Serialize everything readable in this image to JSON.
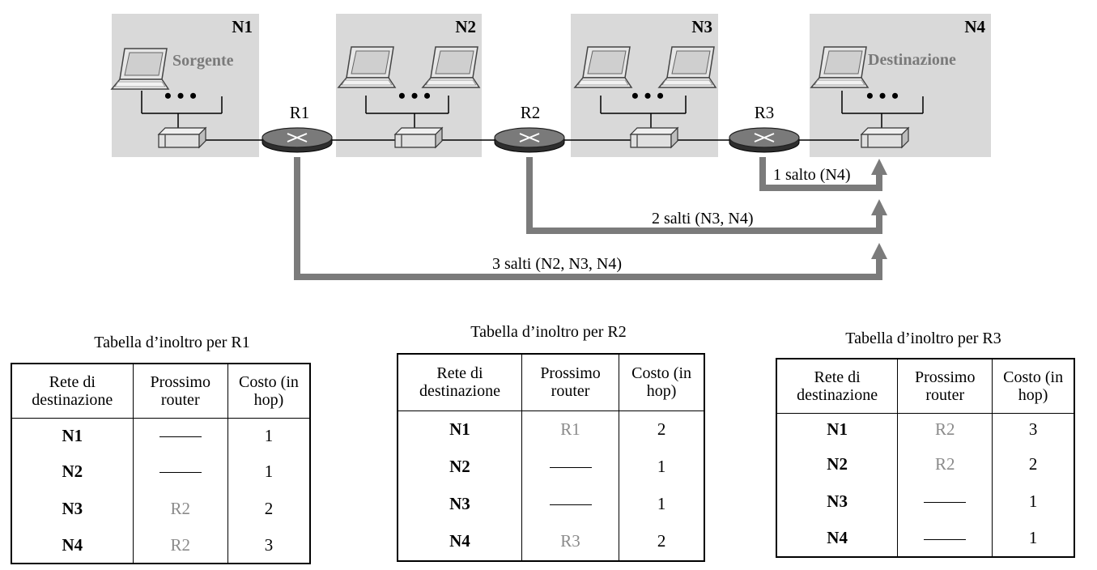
{
  "networks": [
    {
      "name": "N1",
      "role": "Sorgente"
    },
    {
      "name": "N2",
      "role": ""
    },
    {
      "name": "N3",
      "role": ""
    },
    {
      "name": "N4",
      "role": "Destinazione"
    }
  ],
  "routers": [
    "R1",
    "R2",
    "R3"
  ],
  "paths": [
    {
      "label": "1 salto (N4)"
    },
    {
      "label": "2 salti (N3, N4)"
    },
    {
      "label": "3 salti (N2, N3, N4)"
    }
  ],
  "tables": [
    {
      "caption": "Tabella d’inoltro per R1",
      "headers": [
        "Rete di destinazione",
        "Prossimo router",
        "Costo (in hop)"
      ],
      "rows": [
        {
          "dest": "N1",
          "next": "",
          "cost": "1"
        },
        {
          "dest": "N2",
          "next": "",
          "cost": "1"
        },
        {
          "dest": "N3",
          "next": "R2",
          "cost": "2"
        },
        {
          "dest": "N4",
          "next": "R2",
          "cost": "3"
        }
      ]
    },
    {
      "caption": "Tabella d’inoltro per R2",
      "headers": [
        "Rete di destinazione",
        "Prossimo router",
        "Costo (in hop)"
      ],
      "rows": [
        {
          "dest": "N1",
          "next": "R1",
          "cost": "2"
        },
        {
          "dest": "N2",
          "next": "",
          "cost": "1"
        },
        {
          "dest": "N3",
          "next": "",
          "cost": "1"
        },
        {
          "dest": "N4",
          "next": "R3",
          "cost": "2"
        }
      ]
    },
    {
      "caption": "Tabella d’inoltro per R3",
      "headers": [
        "Rete di destinazione",
        "Prossimo router",
        "Costo (in hop)"
      ],
      "rows": [
        {
          "dest": "N1",
          "next": "R2",
          "cost": "3"
        },
        {
          "dest": "N2",
          "next": "R2",
          "cost": "2"
        },
        {
          "dest": "N3",
          "next": "",
          "cost": "1"
        },
        {
          "dest": "N4",
          "next": "",
          "cost": "1"
        }
      ]
    }
  ]
}
